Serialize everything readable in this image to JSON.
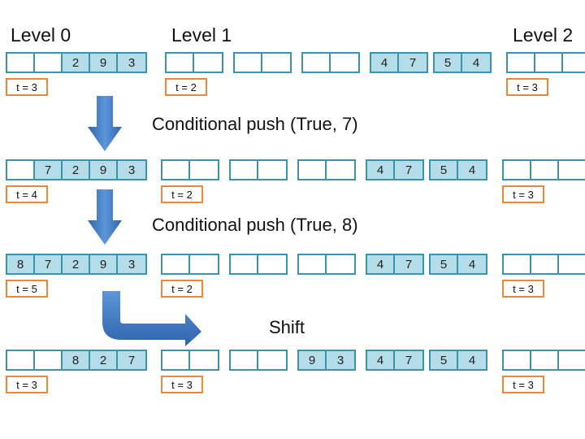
{
  "labels": {
    "level0": "Level 0",
    "level1": "Level 1",
    "level2": "Level 2"
  },
  "ops": {
    "push7": "Conditional push (True, 7)",
    "push8": "Conditional push (True, 8)",
    "shift": "Shift"
  },
  "rows": [
    {
      "groups": [
        [
          "",
          "",
          "2",
          "9",
          "3"
        ],
        [
          "",
          ""
        ],
        [
          "",
          ""
        ],
        [
          "",
          ""
        ],
        [
          "4",
          "7"
        ],
        [
          "5",
          "4"
        ],
        [
          "",
          "",
          ""
        ]
      ],
      "t": [
        "t = 3",
        "t = 2",
        "t = 3"
      ]
    },
    {
      "groups": [
        [
          "",
          "7",
          "2",
          "9",
          "3"
        ],
        [
          "",
          ""
        ],
        [
          "",
          ""
        ],
        [
          "",
          ""
        ],
        [
          "4",
          "7"
        ],
        [
          "5",
          "4"
        ],
        [
          "",
          "",
          ""
        ]
      ],
      "t": [
        "t = 4",
        "t = 2",
        "t = 3"
      ]
    },
    {
      "groups": [
        [
          "8",
          "7",
          "2",
          "9",
          "3"
        ],
        [
          "",
          ""
        ],
        [
          "",
          ""
        ],
        [
          "",
          ""
        ],
        [
          "4",
          "7"
        ],
        [
          "5",
          "4"
        ],
        [
          "",
          "",
          ""
        ]
      ],
      "t": [
        "t = 5",
        "t = 2",
        "t = 3"
      ]
    },
    {
      "groups": [
        [
          "",
          "",
          "8",
          "2",
          "7"
        ],
        [
          "",
          ""
        ],
        [
          "",
          ""
        ],
        [
          "9",
          "3"
        ],
        [
          "4",
          "7"
        ],
        [
          "5",
          "4"
        ],
        [
          "",
          "",
          ""
        ]
      ],
      "t": [
        "t = 3",
        "t = 3",
        "t = 3"
      ]
    }
  ],
  "colors": {
    "cell_border": "#3a93a8",
    "cell_fill": "#b5dce9",
    "t_border": "#e8893a",
    "arrow": "#3f78c4"
  }
}
